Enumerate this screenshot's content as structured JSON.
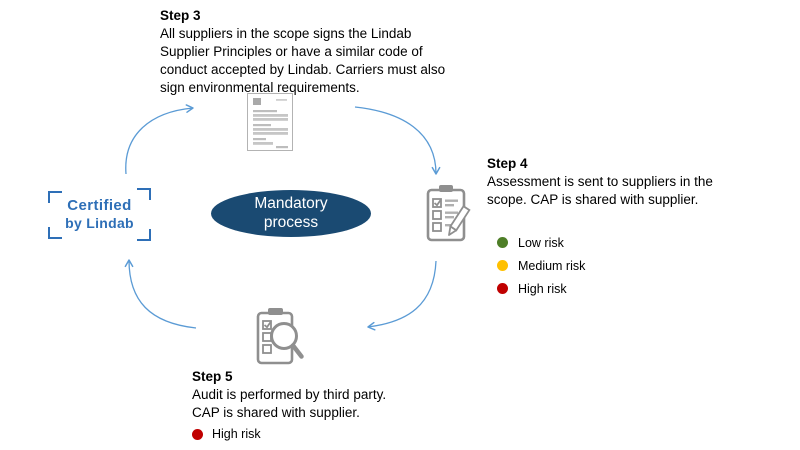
{
  "diagram": {
    "center_label": "Mandatory process",
    "logo": {
      "line1": "Certified",
      "line2": "by Lindab"
    }
  },
  "steps": {
    "step3": {
      "heading": "Step 3",
      "body": "All suppliers in the scope signs the Lindab Supplier Principles or have a similar code of conduct accepted by Lindab. Carriers must also sign environmental requirements."
    },
    "step4": {
      "heading": "Step 4",
      "body": "Assessment is sent to suppliers in the scope. CAP is shared with supplier."
    },
    "step5": {
      "heading": "Step 5",
      "body_line1": "Audit is performed by third party.",
      "body_line2": "CAP is shared with supplier."
    }
  },
  "risk_legend": {
    "items": [
      {
        "label": "Low risk",
        "color": "#4e7e27"
      },
      {
        "label": "Medium risk",
        "color": "#ffc000"
      },
      {
        "label": "High risk",
        "color": "#c00000"
      }
    ]
  },
  "step5_risk": {
    "label": "High risk",
    "color": "#c00000"
  },
  "icons": {
    "top": "document-icon",
    "right": "checklist-pencil-icon",
    "bottom": "clipboard-magnifier-icon"
  },
  "colors": {
    "arrow_blue": "#5b9bd5",
    "ellipse_navy": "#1a4a72",
    "logo_blue": "#2e6fb7",
    "icon_gray": "#8f8f8f"
  }
}
